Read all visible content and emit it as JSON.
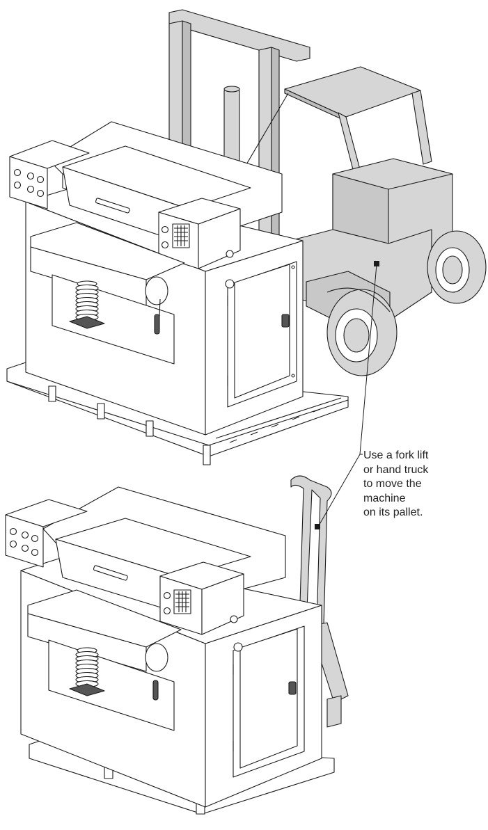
{
  "callout": {
    "lines": [
      "Use a fork lift",
      "or hand truck",
      "to move the",
      "machine",
      "on its pallet."
    ]
  },
  "colors": {
    "outline": "#1a1a1a",
    "gray_fill": "#d6d6d6",
    "white_fill": "#ffffff"
  }
}
